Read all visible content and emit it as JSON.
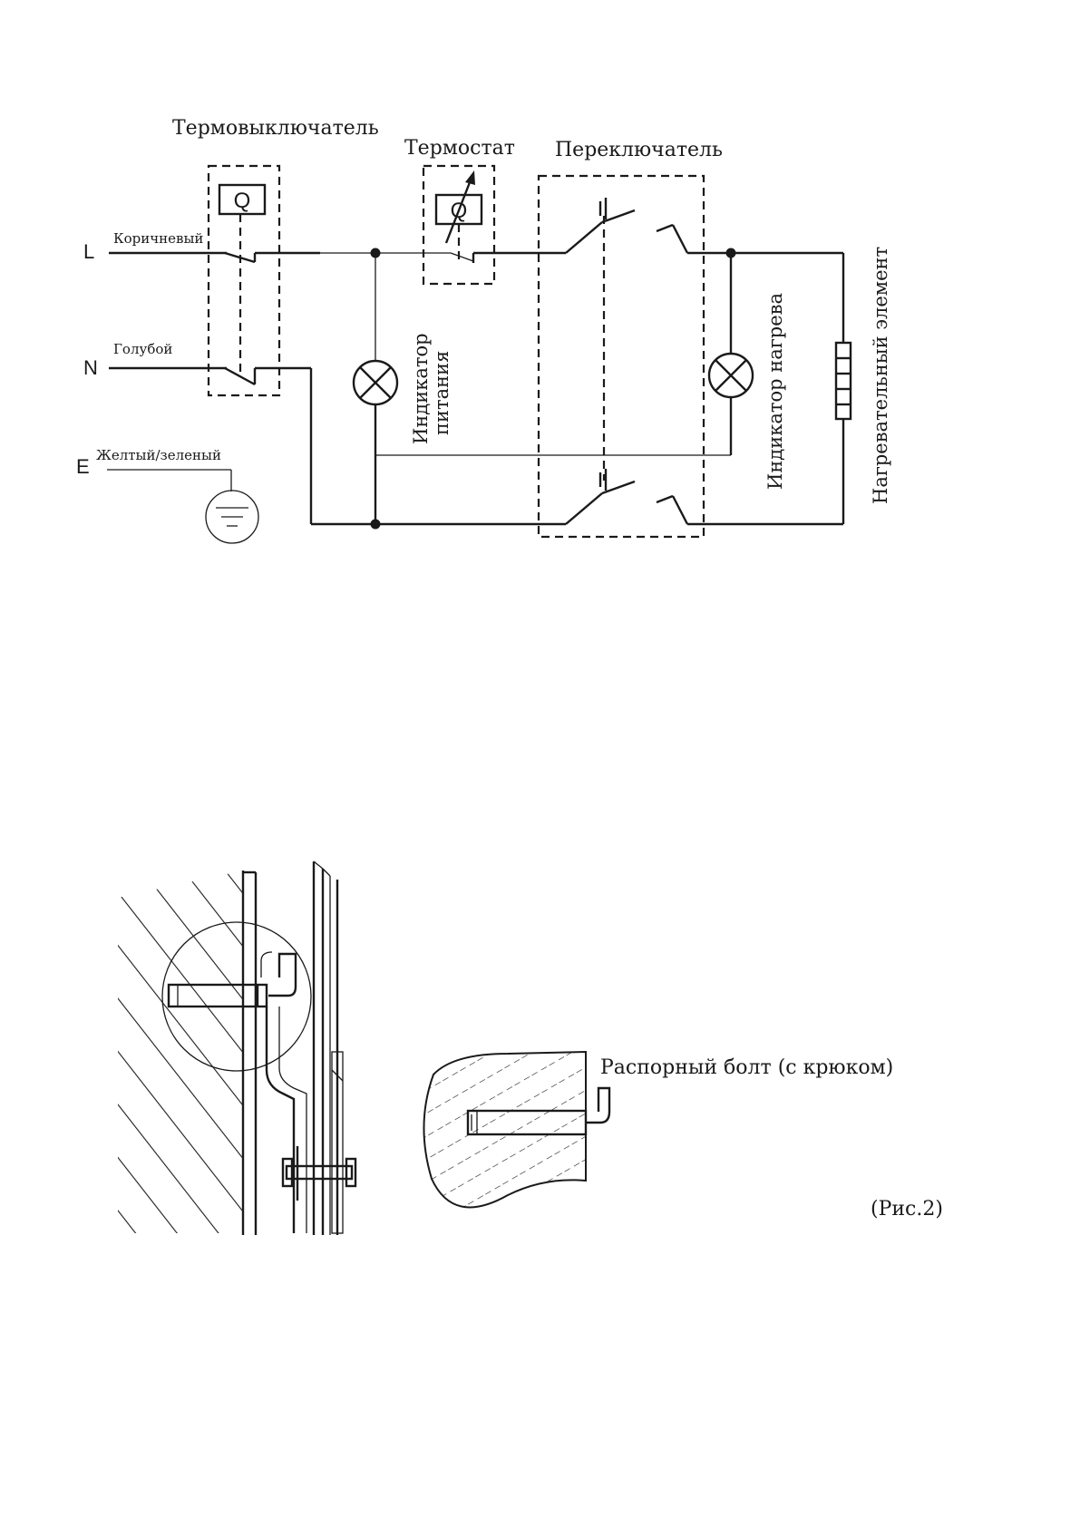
{
  "circuit": {
    "labels": {
      "thermal_cutout": "Термовыключатель",
      "thermostat": "Термостат",
      "switch": "Переключатель",
      "wire_l_color": "Коричневый",
      "wire_n_color": "Голубой",
      "wire_e_color": "Желтый/зеленый",
      "terminal_l": "L",
      "terminal_n": "N",
      "terminal_e": "E",
      "power_indicator_line1": "Индикатор",
      "power_indicator_line2": "питания",
      "heating_indicator": "Индикатор нагрева",
      "heating_element": "Нагревательный элемент",
      "cutout_symbol": "Q",
      "thermostat_symbol": "Q"
    }
  },
  "mounting": {
    "bolt_label": "Распорный болт (с крюком)",
    "figure_caption": "(Рис.2)"
  }
}
